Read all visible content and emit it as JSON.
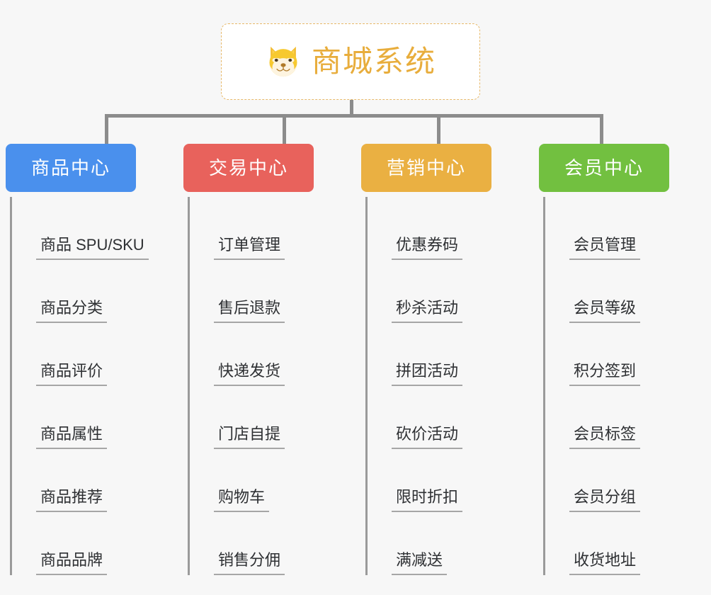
{
  "root": {
    "title": "商城系统",
    "icon": "shiba-dog-face-icon",
    "title_color": "#e8ad3c",
    "border_color": "#e7b96a",
    "background": "#ffffff"
  },
  "canvas": {
    "background": "#f7f7f7",
    "connector_color": "#8c8c8c"
  },
  "columns": [
    {
      "title": "商品中心",
      "color": "#4a90ed",
      "items": [
        {
          "label": "商品 SPU/SKU"
        },
        {
          "label": "商品分类"
        },
        {
          "label": "商品评价"
        },
        {
          "label": "商品属性"
        },
        {
          "label": "商品推荐"
        },
        {
          "label": "商品品牌"
        }
      ]
    },
    {
      "title": "交易中心",
      "color": "#e8625c",
      "items": [
        {
          "label": "订单管理"
        },
        {
          "label": "售后退款"
        },
        {
          "label": "快递发货"
        },
        {
          "label": "门店自提"
        },
        {
          "label": "购物车"
        },
        {
          "label": "销售分佣"
        }
      ]
    },
    {
      "title": "营销中心",
      "color": "#eab042",
      "items": [
        {
          "label": "优惠券码"
        },
        {
          "label": "秒杀活动"
        },
        {
          "label": "拼团活动"
        },
        {
          "label": "砍价活动"
        },
        {
          "label": "限时折扣"
        },
        {
          "label": "满减送"
        }
      ]
    },
    {
      "title": "会员中心",
      "color": "#72c040",
      "items": [
        {
          "label": "会员管理"
        },
        {
          "label": "会员等级"
        },
        {
          "label": "积分签到"
        },
        {
          "label": "会员标签"
        },
        {
          "label": "会员分组"
        },
        {
          "label": "收货地址"
        }
      ]
    }
  ]
}
